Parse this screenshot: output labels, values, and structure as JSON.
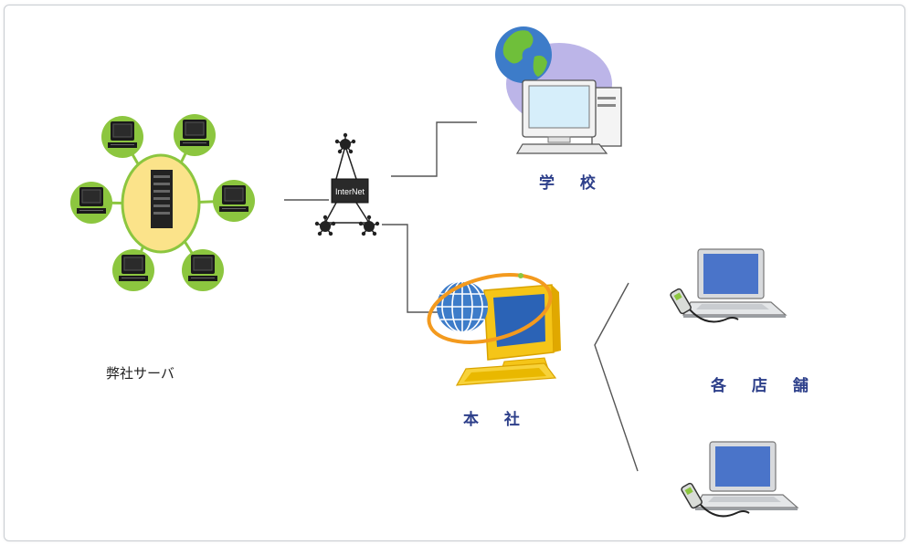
{
  "labels": {
    "server": "弊社サーバ",
    "internet": "InterNet",
    "school": "学 校",
    "headquarters": "本 社",
    "stores": "各 店 舗"
  },
  "colors": {
    "green": "#8cc63f",
    "yellow": "#fbe38a",
    "label_blue": "#2d3f8a",
    "line": "#555555",
    "globe_blue": "#3d7cc9",
    "orange": "#f39a1e"
  },
  "icons": [
    "server-icon",
    "desktop-computer-icon",
    "network-hub-icon",
    "globe-icon",
    "laptop-icon",
    "mobile-phone-icon"
  ]
}
